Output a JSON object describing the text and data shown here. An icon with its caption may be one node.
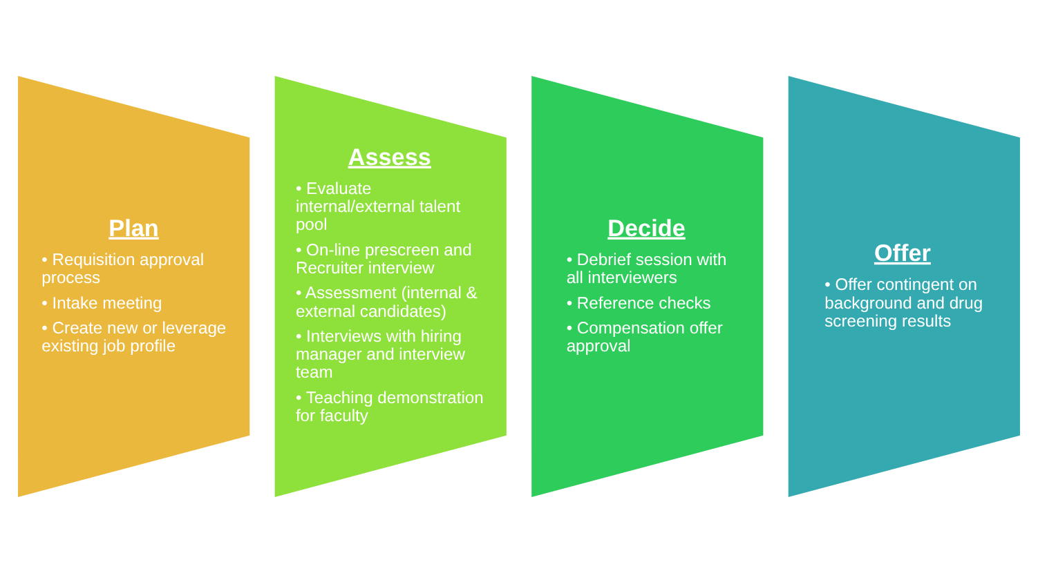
{
  "diagram": {
    "nodes": [
      {
        "text": [
          "Plan",
          "• Requisition approval process",
          "• Intake meeting",
          "• Create new or leverage existing job profile"
        ]
      },
      {
        "text": [
          "Assess",
          "• Evaluate internal/external talent pool",
          "• On-line prescreen and Recruiter interview",
          "• Assessment (internal & external candidates)",
          "• Interviews with hiring manager and interview team",
          "• Teaching demonstration for faculty"
        ]
      },
      {
        "text": [
          "Decide",
          "• Debrief session with all interviewers",
          "• Reference checks",
          "• Compensation offer approval"
        ]
      },
      {
        "text": [
          "Offer",
          "• Offer contingent on background and drug screening results"
        ]
      }
    ]
  }
}
